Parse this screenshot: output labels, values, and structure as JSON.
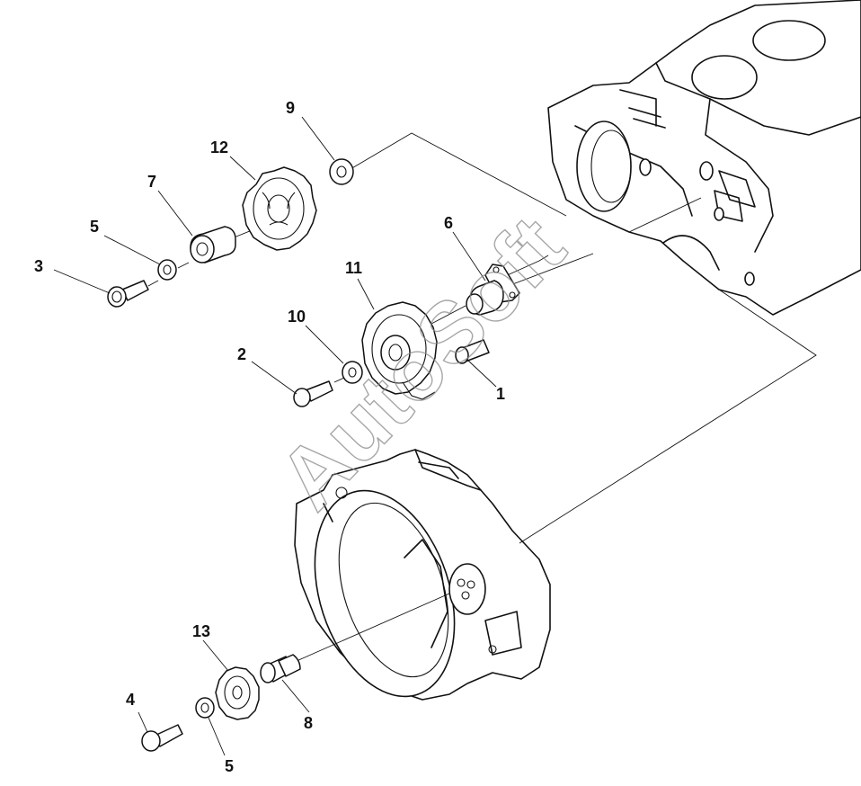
{
  "watermark": "AutoSoft",
  "callouts": {
    "c1": "1",
    "c2": "2",
    "c3": "3",
    "c4": "4",
    "c5a": "5",
    "c5b": "5",
    "c6": "6",
    "c7": "7",
    "c8": "8",
    "c9": "9",
    "c10": "10",
    "c11": "11",
    "c12": "12",
    "c13": "13"
  }
}
